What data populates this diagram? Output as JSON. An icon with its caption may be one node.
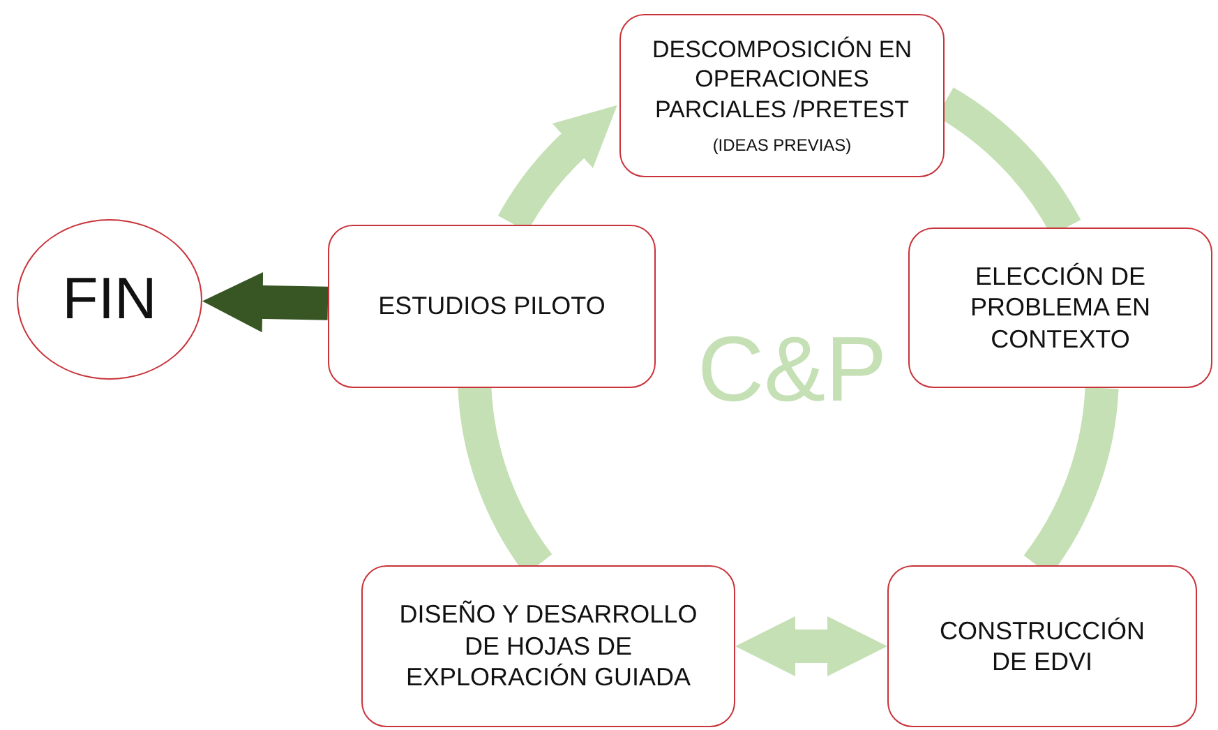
{
  "diagram": {
    "nodes": [
      {
        "text": [
          "DESCOMPOSICIÓN EN OPERACIONES PARCIALES /PRETEST",
          "(IDEAS PREVIAS)"
        ]
      },
      {
        "text": [
          "FIN"
        ]
      },
      {
        "text": [
          "ESTUDIOS PILOTO"
        ]
      },
      {
        "text": [
          "ELECCIÓN DE PROBLEMA EN CONTEXTO"
        ]
      },
      {
        "text": [
          "DISEÑO Y DESARROLLO DE HOJAS DE EXPLORACIÓN GUIADA"
        ]
      },
      {
        "text": [
          "CONSTRUCCIÓN DE EDVI"
        ]
      }
    ],
    "edges": [
      {
        "from": 0,
        "to": 3,
        "arrow": "none"
      },
      {
        "from": 3,
        "to": 5,
        "arrow": "none"
      },
      {
        "from": 5,
        "to": 4,
        "arrow": "both"
      },
      {
        "from": 4,
        "to": 2,
        "arrow": "none"
      },
      {
        "from": 2,
        "to": 0,
        "arrow": "to"
      },
      {
        "from": 2,
        "to": 1,
        "arrow": "to",
        "color": "#375623"
      }
    ],
    "labels": [
      "C&P"
    ]
  }
}
